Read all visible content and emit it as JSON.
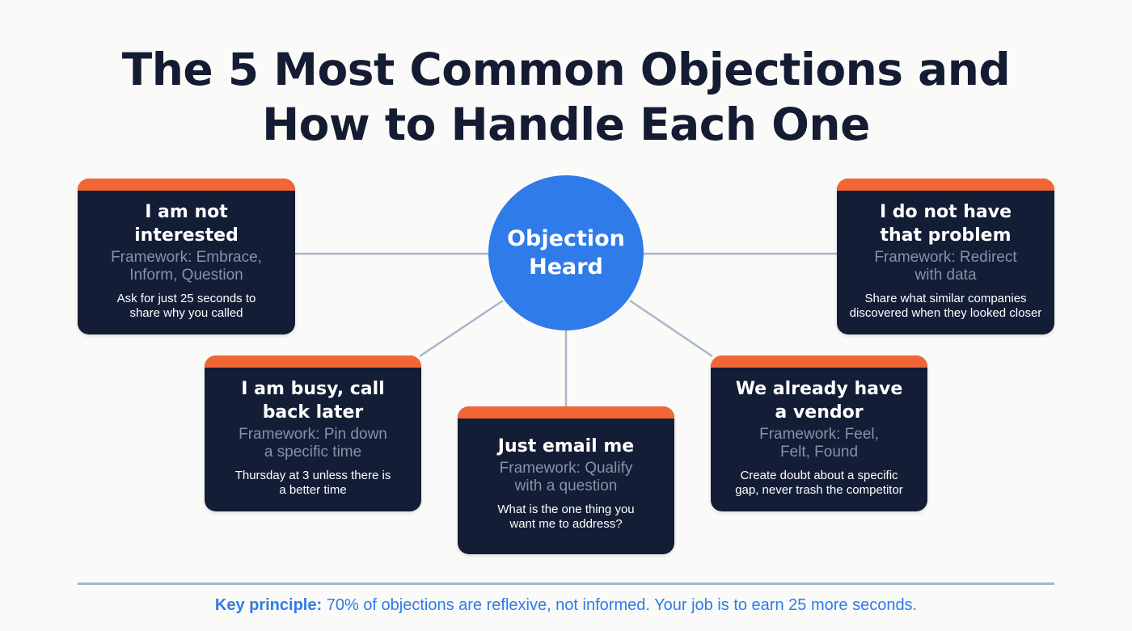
{
  "title": "The 5 Most Common Objections and\nHow to Handle Each One",
  "title_lines": [
    "The 5 Most Common Objections and",
    "How to Handle Each One"
  ],
  "hub": {
    "label": "Objection Heard",
    "color": "#2f7bea"
  },
  "colors": {
    "card_bg": "#131d35",
    "card_accent": "#f26636",
    "framework_text": "#8592a8",
    "connector": "#a9b6cc",
    "footer_text": "#2f7bea",
    "title_text": "#141c33"
  },
  "cards": [
    {
      "objection": "I am not\ninterested",
      "framework": "Framework: Embrace,\nInform, Question",
      "tip": "Ask for just 25 seconds to\nshare why you called"
    },
    {
      "objection": "I do not have\nthat problem",
      "framework": "Framework: Redirect\nwith data",
      "tip": "Share what similar companies\ndiscovered when they looked closer"
    },
    {
      "objection": "I am busy, call\nback later",
      "framework": "Framework: Pin down\na specific time",
      "tip": "Thursday at 3 unless there is\na better time"
    },
    {
      "objection": "Just email me",
      "framework": "Framework: Qualify\nwith a question",
      "tip": "What is the one thing you\nwant me to address?"
    },
    {
      "objection": "We already have\na vendor",
      "framework": "Framework: Feel,\nFelt, Found",
      "tip": "Create doubt about a specific\ngap, never trash the competitor"
    }
  ],
  "footer": {
    "key_label": "Key principle:",
    "text": " 70% of objections are reflexive, not informed. Your job is to earn 25 more seconds."
  }
}
